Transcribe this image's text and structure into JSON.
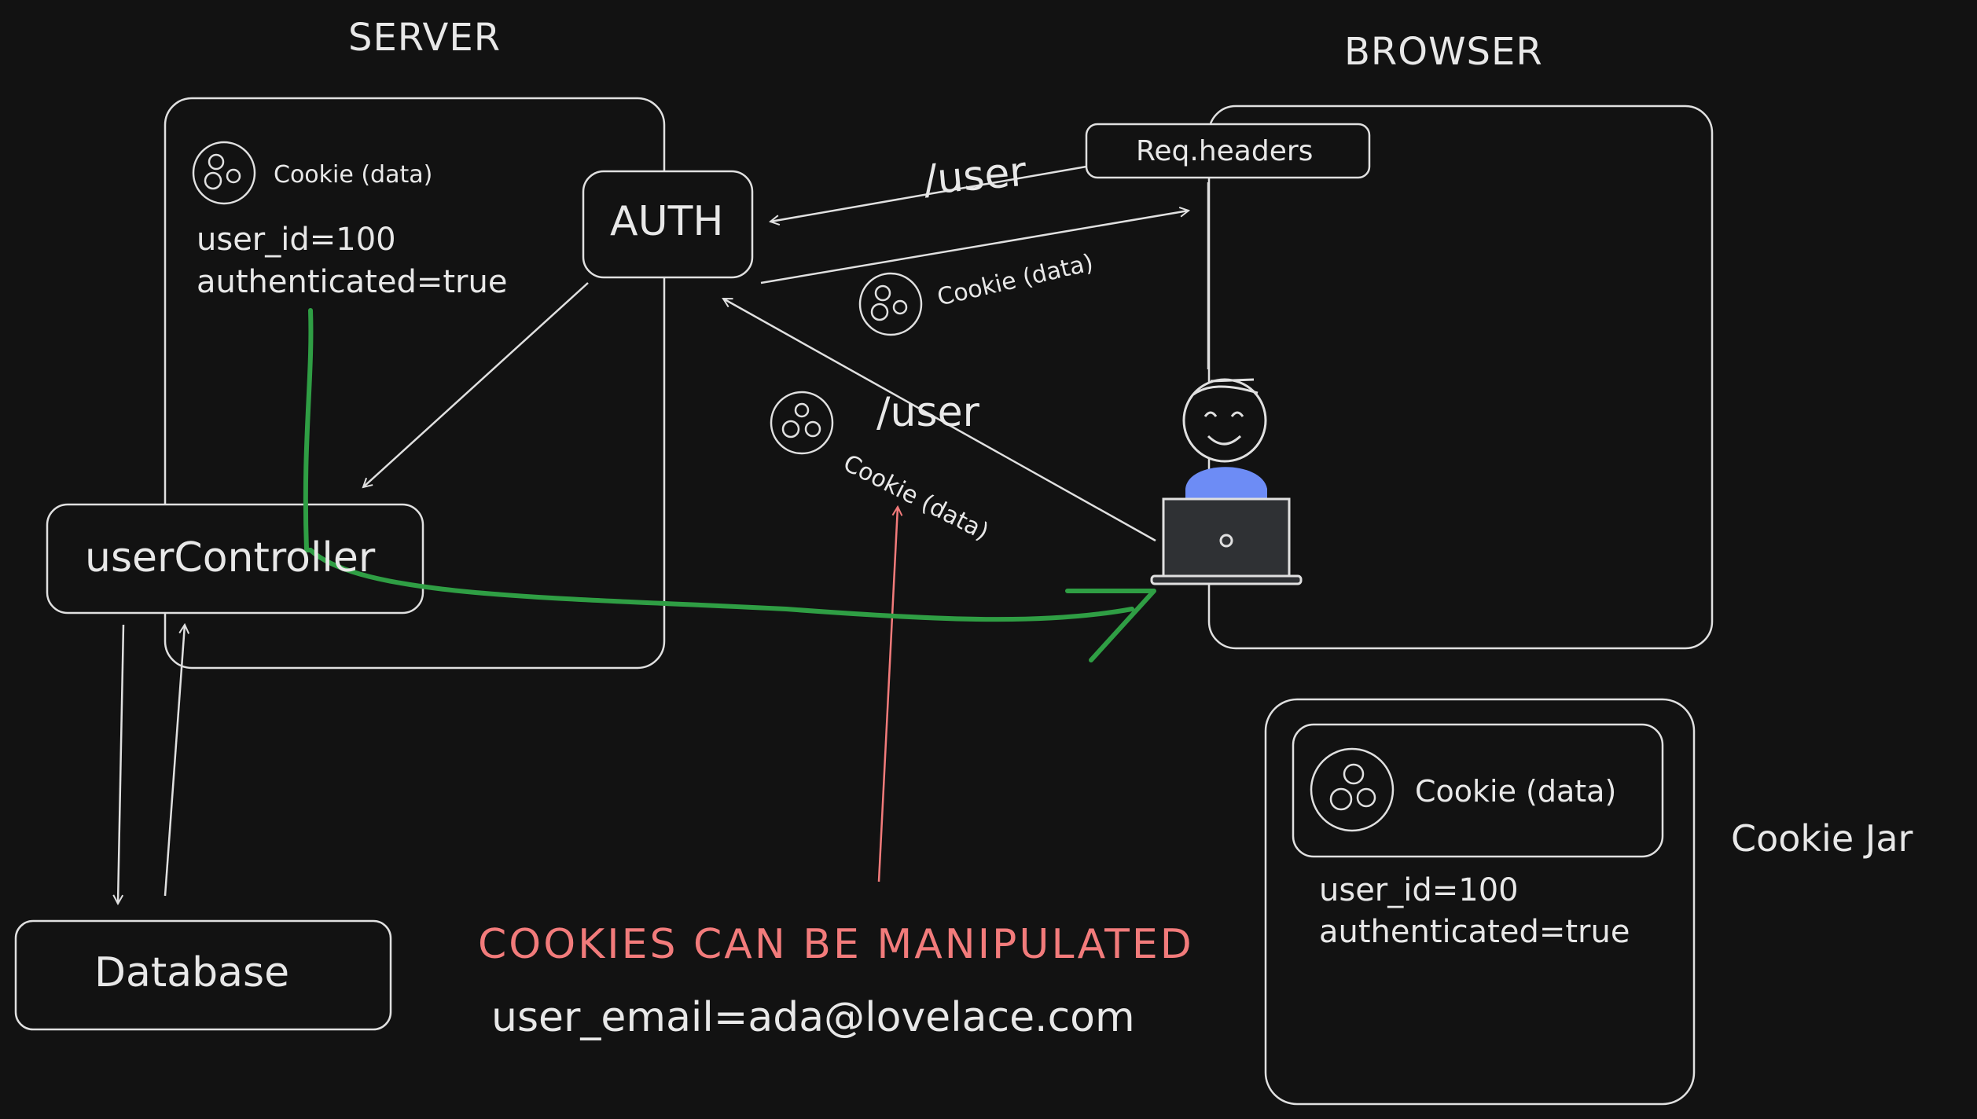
{
  "labels": {
    "server_title": "SERVER",
    "browser_title": "BROWSER",
    "req_headers": "Req.headers",
    "auth": "AUTH",
    "user_controller": "userController",
    "database": "Database",
    "user_route_top": "/user",
    "user_route_bottom": "/user",
    "cookie_jar": "Cookie Jar",
    "warning": "COOKIES CAN BE MANIPULATED",
    "example": "user_email=ada@lovelace.com"
  },
  "server_cookie": {
    "label": "Cookie (data)",
    "line1": "user_id=100",
    "line2": "authenticated=true"
  },
  "response_cookie": {
    "label": "Cookie (data)"
  },
  "request_cookie": {
    "label": "Cookie (data)"
  },
  "jar_cookie": {
    "label": "Cookie (data)",
    "line1": "user_id=100",
    "line2": "authenticated=true"
  },
  "colors": {
    "background": "#121212",
    "stroke": "#e0e0e0",
    "green_flow": "#2f9e44",
    "warning": "#f27b7b",
    "user_shirt": "#6d8cf5",
    "laptop": "#2f3134"
  }
}
